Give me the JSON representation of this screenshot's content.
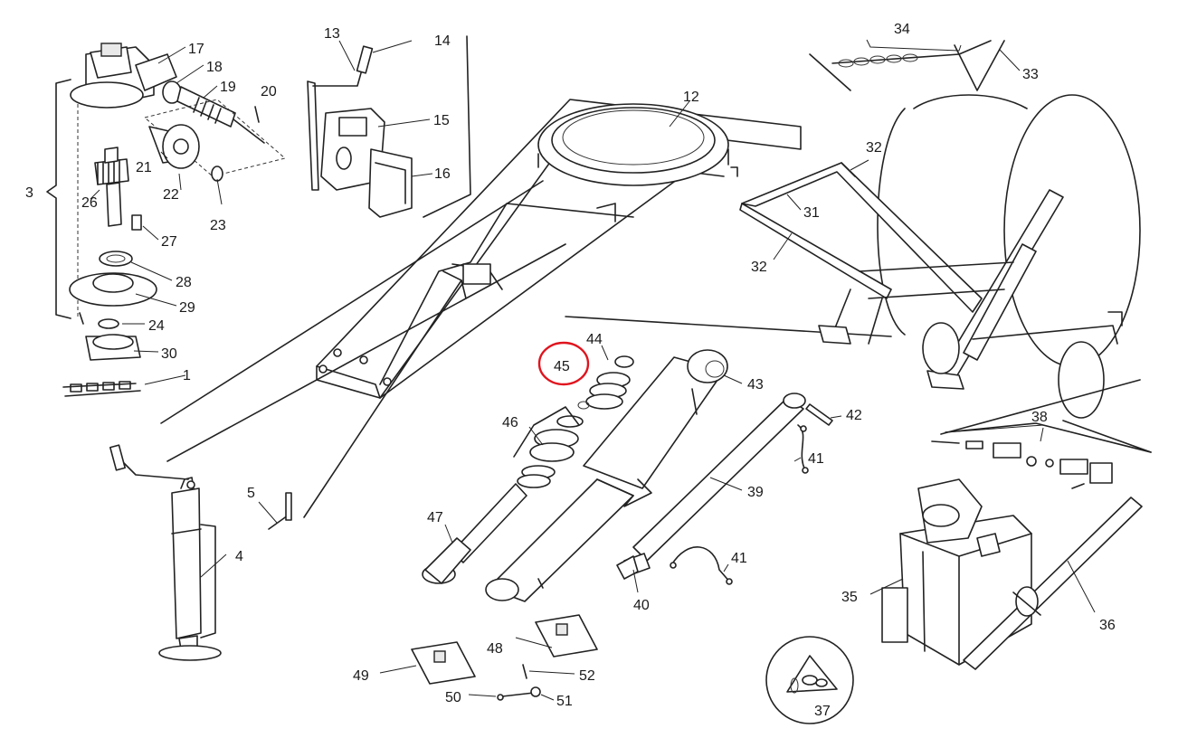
{
  "labels": {
    "p1": "1",
    "p3": "3",
    "p4": "4",
    "p5": "5",
    "p12": "12",
    "p13": "13",
    "p14": "14",
    "p15": "15",
    "p16": "16",
    "p17": "17",
    "p18": "18",
    "p19": "19",
    "p20": "20",
    "p21": "21",
    "p22": "22",
    "p23": "23",
    "p24": "24",
    "p26": "26",
    "p27": "27",
    "p28": "28",
    "p29": "29",
    "p30": "30",
    "p31": "31",
    "p32a": "32",
    "p32b": "32",
    "p33": "33",
    "p34": "34",
    "p35": "35",
    "p36": "36",
    "p37": "37",
    "p38": "38",
    "p39": "39",
    "p40": "40",
    "p41a": "41",
    "p41b": "41",
    "p42": "42",
    "p43": "43",
    "p44": "44",
    "p45": "45",
    "p46": "46",
    "p47": "47",
    "p48": "48",
    "p49": "49",
    "p50": "50",
    "p51": "51",
    "p52": "52"
  },
  "highlight": {
    "part": "45",
    "color": "#e0141e"
  }
}
